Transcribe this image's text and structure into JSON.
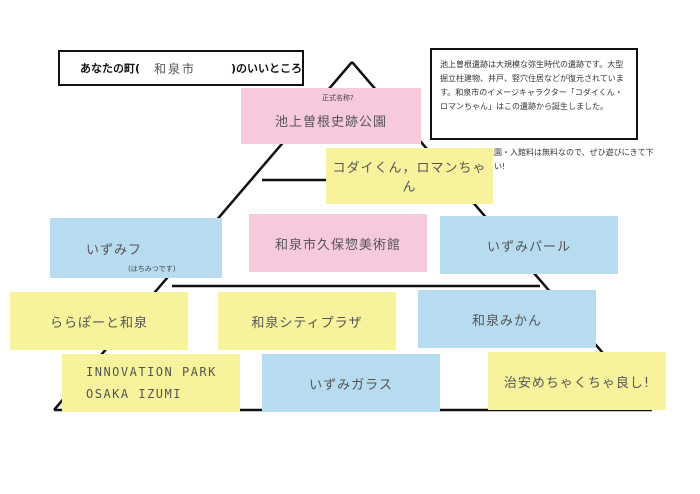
{
  "title": {
    "prefix": "あなたの町(",
    "city": "和泉市",
    "suffix": ")のいいところ"
  },
  "description": {
    "text": "池上曽根遺跡は大規模な弥生時代の遺跡です。大型掘立柱建物、井戸、竪穴住居などが復元されています。和泉市のイメージキャラクター「コダイくん・ロマンちゃん」はこの遺跡から誕生しました。",
    "tail": "入園・入館料は無料なので、ぜひ遊びにきて下さい!"
  },
  "notes": {
    "ikegami": "池上曽根史跡公園",
    "ikegami_annotation": "正式名称?",
    "kodai": "コダイくん，ロマンちゃん",
    "izumiff": "いずみフ",
    "izumiff_annotation": "(はちみつです)",
    "kubosou": "和泉市久保惣美術館",
    "izumi_pearl": "いずみパール",
    "lalaport": "ららぽーと和泉",
    "city_plaza": "和泉シティプラザ",
    "izumi_mikan": "和泉みかん",
    "innovation_line1": "INNOVATION PARK",
    "innovation_line2": "OSAKA IZUMI",
    "izumi_glass": "いずみガラス",
    "chian": "治安めちゃくちゃ良し!"
  },
  "colors": {
    "pink": "#f6c9dc",
    "yellow": "#f6f39c",
    "blue": "#b7dbef"
  }
}
